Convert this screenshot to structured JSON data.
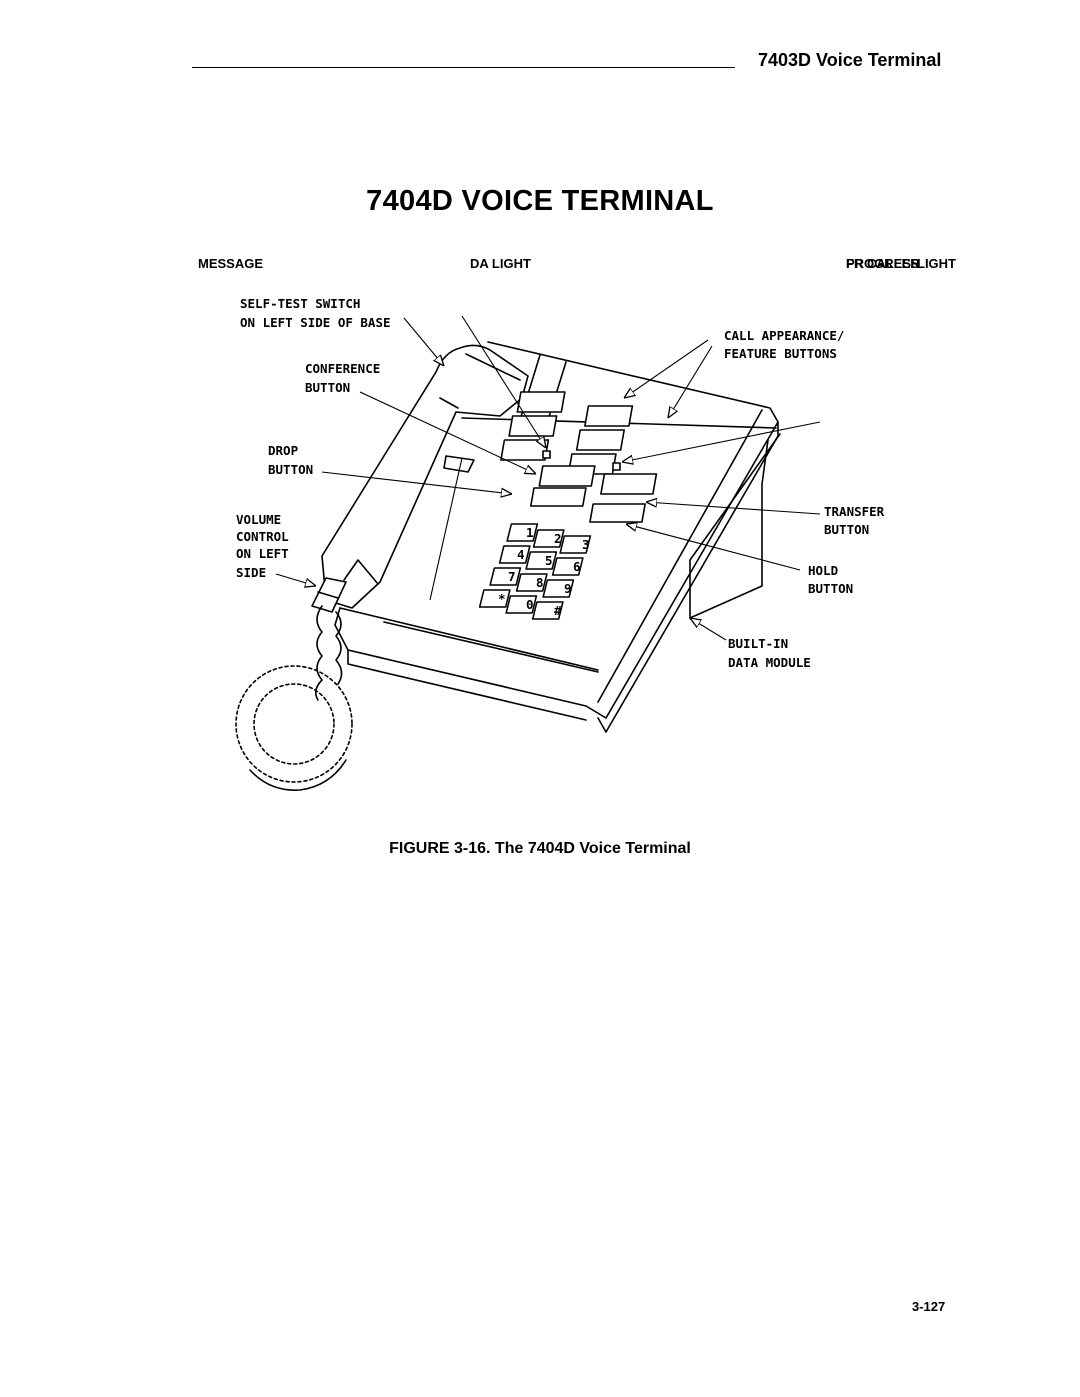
{
  "header": {
    "running_title": "7403D Voice Terminal"
  },
  "title": "7404D VOICE TERMINAL",
  "top_labels": {
    "message": "MESSAGE",
    "da_light": "DA LIGHT",
    "right_a": "PROGRESS",
    "right_b": "FR CALLER",
    "right_c": "LIGHT"
  },
  "callouts": {
    "self_test_1": "SELF-TEST SWITCH",
    "self_test_2": "ON LEFT SIDE OF BASE",
    "conference_1": "CONFERENCE",
    "conference_2": "BUTTON",
    "drop_1": "DROP",
    "drop_2": "BUTTON",
    "volume_1": "VOLUME",
    "volume_2": "CONTROL",
    "volume_3": "ON LEFT",
    "volume_4": "SIDE",
    "call_appearance_1": "CALL APPEARANCE/",
    "call_appearance_2": "FEATURE BUTTONS",
    "transfer_1": "TRANSFER",
    "transfer_2": "BUTTON",
    "hold_1": "HOLD",
    "hold_2": "BUTTON",
    "builtin_1": "BUILT-IN",
    "builtin_2": "DATA MODULE"
  },
  "keypad": [
    "1",
    "2",
    "3",
    "4",
    "5",
    "6",
    "7",
    "8",
    "9",
    "*",
    "0",
    "#"
  ],
  "caption": "FIGURE 3-16.  The 7404D Voice Terminal",
  "page_number": "3-127"
}
